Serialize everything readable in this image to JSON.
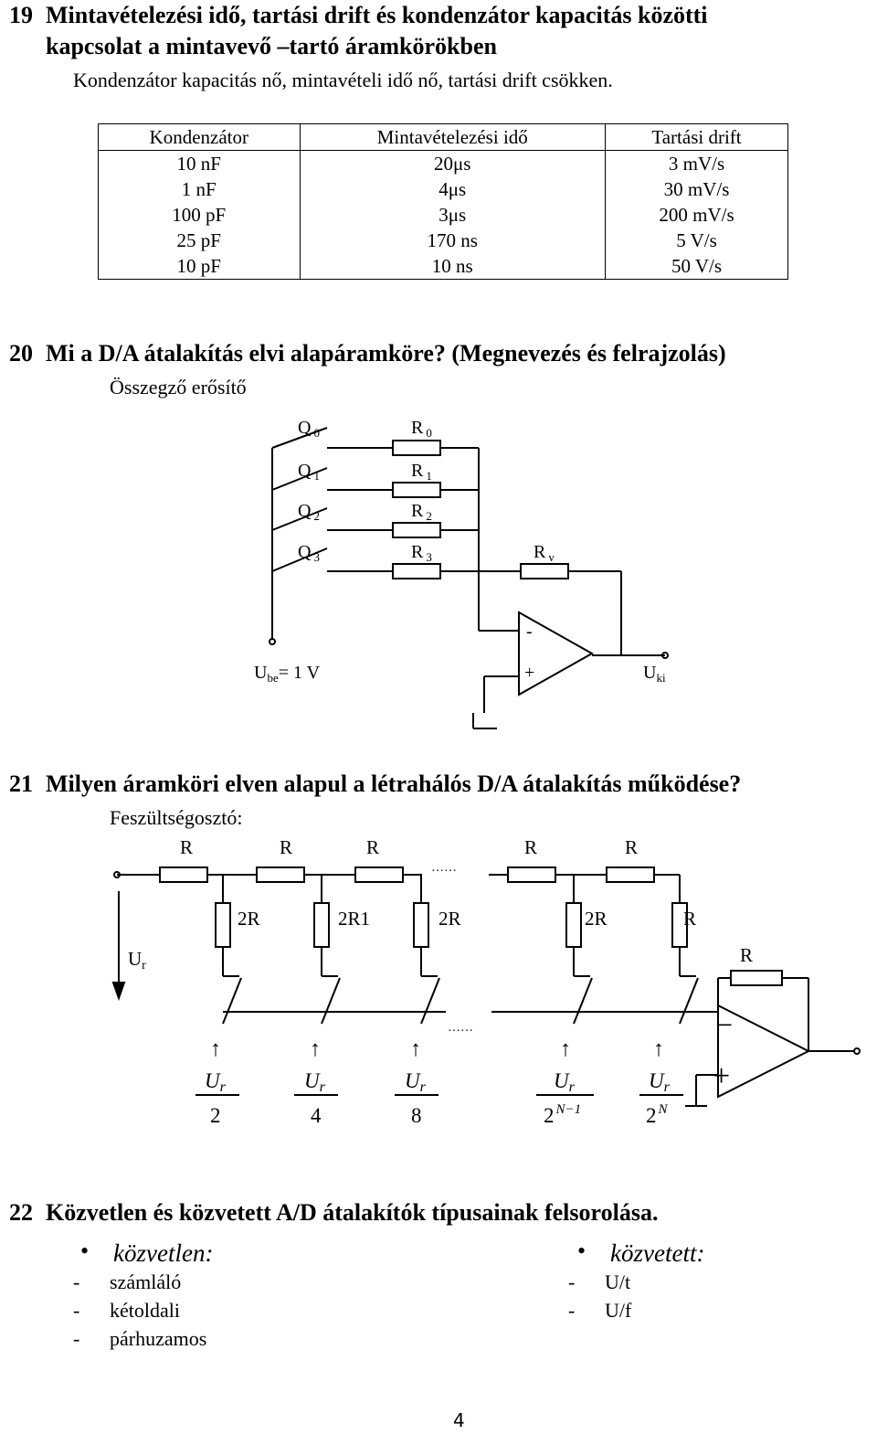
{
  "q19": {
    "number": "19",
    "title_line1": "Mintavételezési idő, tartási drift és kondenzátor kapacitás közötti",
    "title_line2": "kapcsolat a mintavevő –tartó áramkörökben",
    "answer": "Kondenzátor kapacitás nő, mintavételi idő nő, tartási drift csökken.",
    "table": {
      "headers": [
        "Kondenzátor",
        "Mintavételezési idő",
        "Tartási drift"
      ],
      "rows": [
        [
          "10 nF",
          "20μs",
          "3 mV/s"
        ],
        [
          "1 nF",
          "4μs",
          "30 mV/s"
        ],
        [
          "100 pF",
          "3μs",
          "200 mV/s"
        ],
        [
          "25 pF",
          "170 ns",
          "5 V/s"
        ],
        [
          "10 pF",
          "10 ns",
          "50 V/s"
        ]
      ]
    }
  },
  "q20": {
    "number": "20",
    "title": "Mi a D/A átalakítás elvi alapáramköre? (Megnevezés és felrajzolás)",
    "answer": "Összegző erősítő",
    "diagram": {
      "Q0": "Q",
      "Q0_sub": "0",
      "Q1": "Q",
      "Q1_sub": "1",
      "Q2": "Q",
      "Q2_sub": "2",
      "Q3": "Q",
      "Q3_sub": "3",
      "R0": "R",
      "R0_sub": "0",
      "R1": "R",
      "R1_sub": "1",
      "R2": "R",
      "R2_sub": "2",
      "R3": "R",
      "R3_sub": "3",
      "Rv": "R",
      "Rv_sub": "v",
      "ube_main": "U",
      "ube_sub": "be",
      "ube_rest": "= 1 V",
      "minus": "-",
      "plus": "+",
      "uki_main": "U",
      "uki_sub": "ki"
    }
  },
  "q21": {
    "number": "21",
    "title": "Milyen áramköri elven alapul a létrahálós D/A átalakítás működése?",
    "answer": "Feszültségosztó:",
    "diagram": {
      "series_labels": [
        "R",
        "R",
        "R",
        "R",
        "R"
      ],
      "dots_top": "……",
      "shunt_labels": [
        "2R",
        "2R1",
        "2R",
        "2R",
        "R"
      ],
      "ur_main": "U",
      "ur_sub": "r",
      "feedback_label": "R",
      "dots_bottom": "……",
      "minus": "−",
      "plus": "+",
      "arrow": "↑",
      "fractions": [
        {
          "num": "U",
          "num_sub": "r",
          "den": "2",
          "den_sup": ""
        },
        {
          "num": "U",
          "num_sub": "r",
          "den": "4",
          "den_sup": ""
        },
        {
          "num": "U",
          "num_sub": "r",
          "den": "8",
          "den_sup": ""
        },
        {
          "num": "U",
          "num_sub": "r",
          "den": "2",
          "den_sup": "N−1"
        },
        {
          "num": "U",
          "num_sub": "r",
          "den": "2",
          "den_sup": "N"
        }
      ]
    }
  },
  "q22": {
    "number": "22",
    "title": "Közvetlen és közvetett A/D átalakítók típusainak felsorolása.",
    "bullet": "•",
    "left_heading": "közvetlen:",
    "left_items": [
      "számláló",
      "kétoldali",
      "párhuzamos"
    ],
    "right_heading": "közvetett:",
    "right_items": [
      "U/t",
      "U/f"
    ],
    "dash": "-"
  },
  "page_number": "4"
}
